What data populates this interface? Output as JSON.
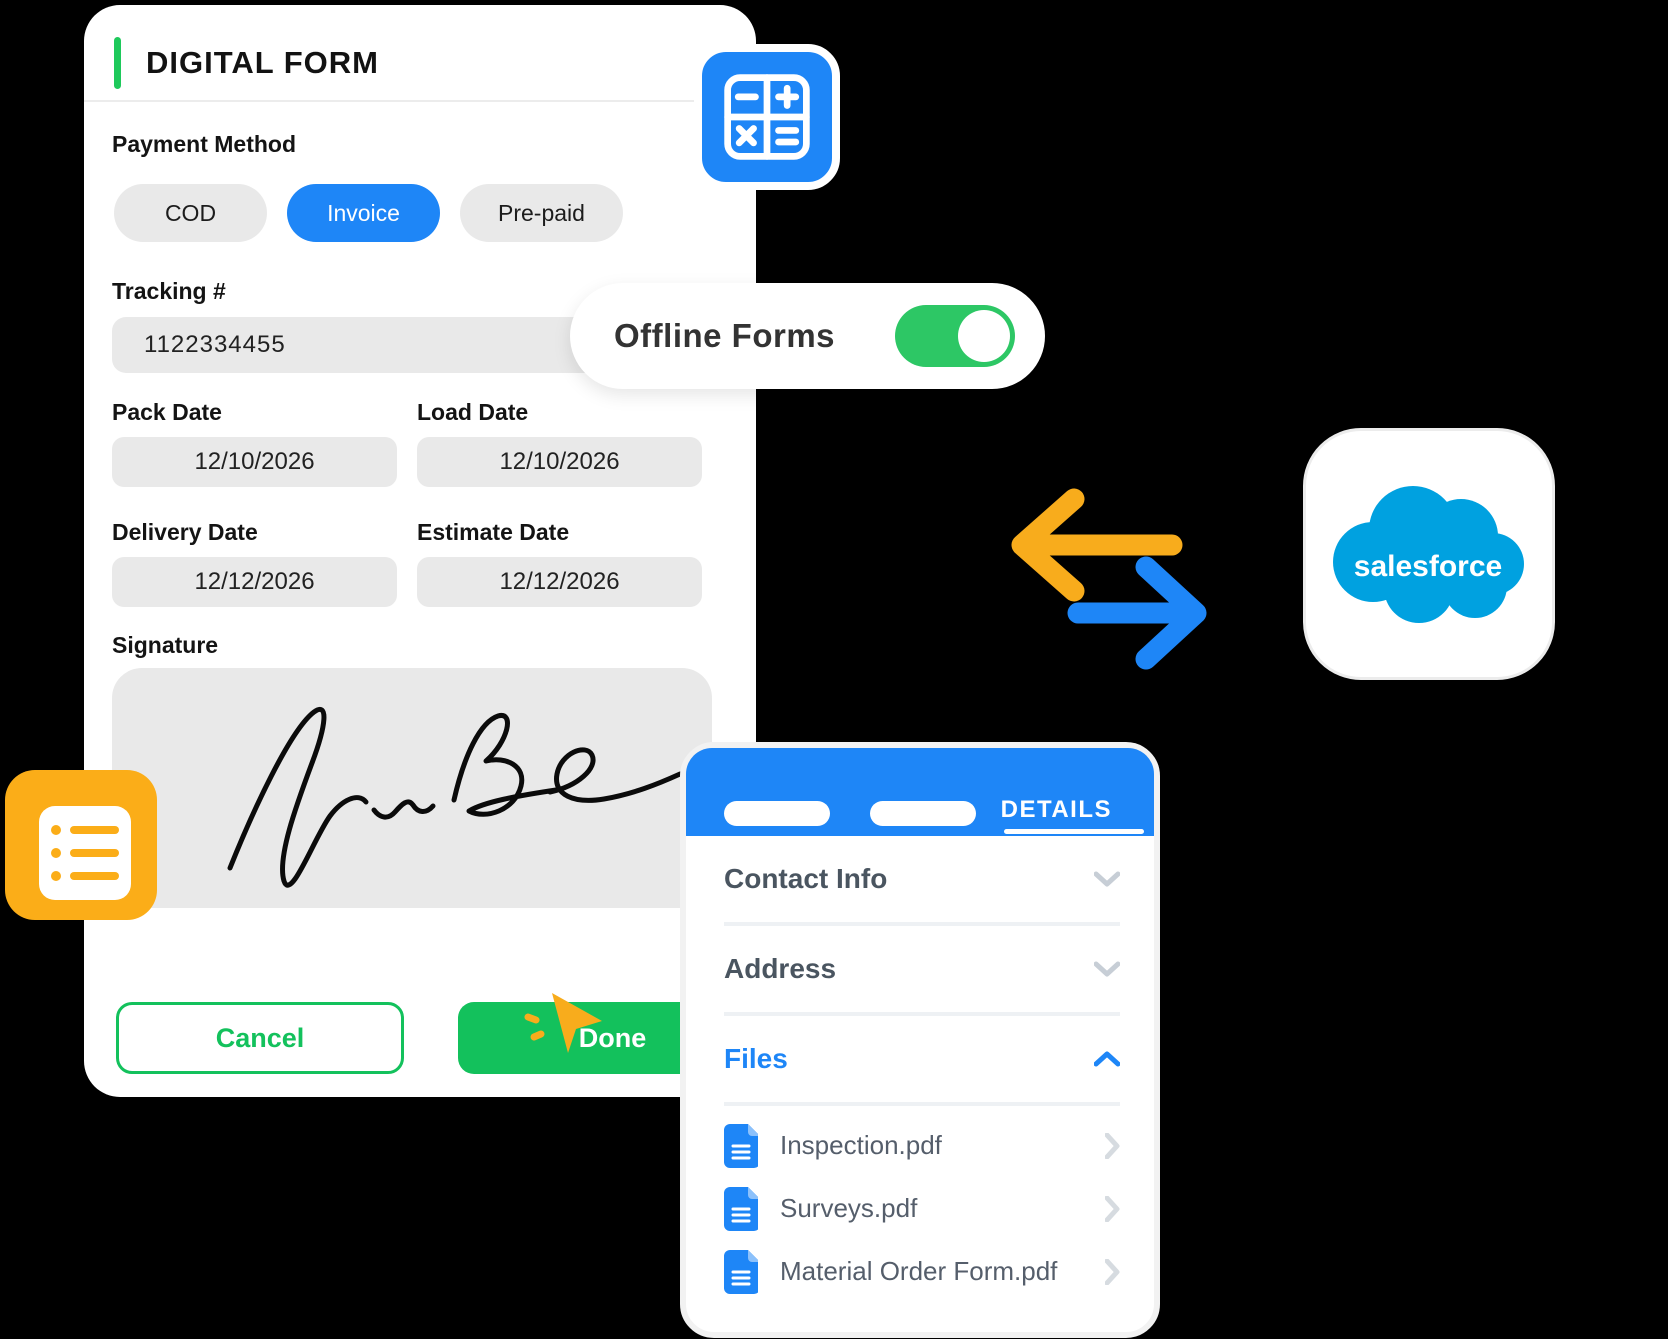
{
  "form": {
    "title": "DIGITAL FORM",
    "payment_method": {
      "label": "Payment Method",
      "options": [
        {
          "label": "COD",
          "selected": false
        },
        {
          "label": "Invoice",
          "selected": true
        },
        {
          "label": "Pre-paid",
          "selected": false
        }
      ]
    },
    "tracking": {
      "label": "Tracking #",
      "value": "1122334455"
    },
    "dates": [
      {
        "label": "Pack Date",
        "value": "12/10/2026"
      },
      {
        "label": "Load Date",
        "value": "12/10/2026"
      },
      {
        "label": "Delivery Date",
        "value": "12/12/2026"
      },
      {
        "label": "Estimate Date",
        "value": "12/12/2026"
      }
    ],
    "signature": {
      "label": "Signature"
    },
    "cancel_label": "Cancel",
    "done_label": "Done"
  },
  "offline_toggle": {
    "label": "Offline Forms",
    "state": "on"
  },
  "details_card": {
    "tab": "DETAILS",
    "sections": [
      {
        "label": "Contact Info",
        "expanded": false
      },
      {
        "label": "Address",
        "expanded": false
      },
      {
        "label": "Files",
        "expanded": true
      }
    ],
    "files": [
      "Inspection.pdf",
      "Surveys.pdf",
      "Material Order Form.pdf"
    ]
  },
  "salesforce": {
    "label": "salesforce"
  },
  "icons": {
    "calculator": "calculator-icon",
    "checklist": "checklist-icon",
    "toggle": "toggle-on",
    "sync_left": "arrow-left-icon",
    "sync_right": "arrow-right-icon",
    "chevron_down": "chevron-down-icon",
    "chevron_up": "chevron-up-icon",
    "chevron_right": "chevron-right-icon",
    "file": "file-icon",
    "cursor": "cursor-pointer-icon"
  },
  "colors": {
    "blue": "#1E86F7",
    "green": "#13C15C",
    "toggle_green": "#2DC765",
    "orange": "#F8AC1C",
    "salesforce_blue": "#00A1E0",
    "field_gray": "#E9E9E9",
    "details_text": "#4A5560"
  }
}
